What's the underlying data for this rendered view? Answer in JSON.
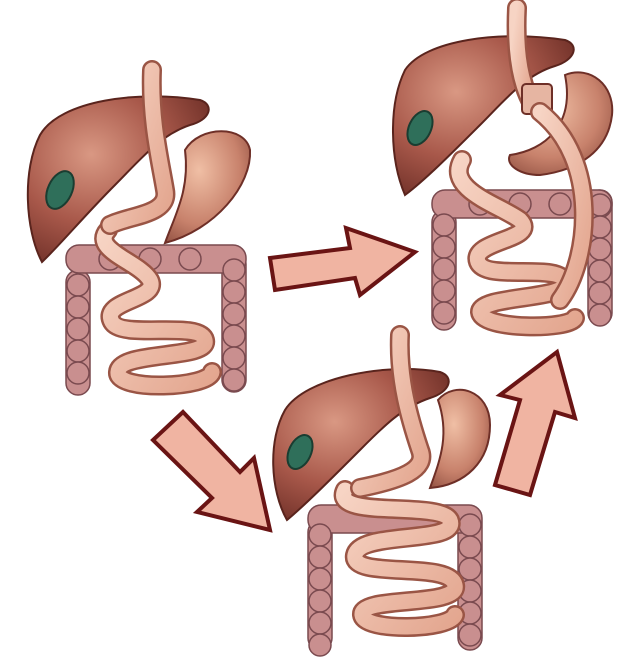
{
  "colors": {
    "liver": "#a8584a",
    "liver_dark": "#6e2f27",
    "liver_light": "#d99883",
    "tube": "#f0c0ad",
    "tube_edge": "#9a5545",
    "colon": "#c98f8f",
    "colon_dark": "#7a4a4f",
    "gallbladder": "#2f6f5a",
    "arrow_fill": "#f0b4a2",
    "arrow_stroke": "#6a1414"
  },
  "diagram": {
    "panels": [
      {
        "id": "original-anatomy",
        "organs": [
          "liver",
          "gallbladder",
          "stomach-pouch",
          "esophagus",
          "small-intestine",
          "colon"
        ]
      },
      {
        "id": "gastric-bypass-result",
        "organs": [
          "liver",
          "gallbladder",
          "gastric-pouch",
          "remnant-stomach",
          "esophagus",
          "roux-limb",
          "colon"
        ]
      },
      {
        "id": "intermediate-anatomy",
        "organs": [
          "liver",
          "gallbladder",
          "stomach",
          "esophagus",
          "small-intestine",
          "colon"
        ]
      }
    ],
    "arrows": [
      {
        "from": "original-anatomy",
        "to": "gastric-bypass-result",
        "direction": "right"
      },
      {
        "from": "original-anatomy",
        "to": "intermediate-anatomy",
        "direction": "down-right"
      },
      {
        "from": "intermediate-anatomy",
        "to": "gastric-bypass-result",
        "direction": "up-right"
      }
    ]
  }
}
